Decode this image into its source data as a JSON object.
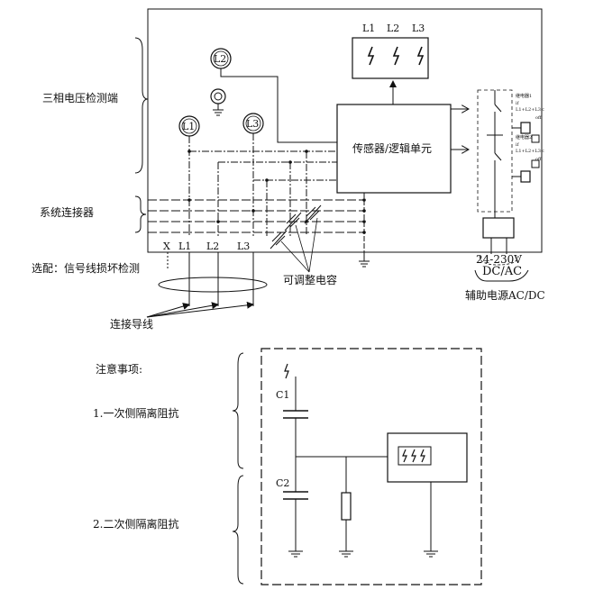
{
  "top_diagram": {
    "left_labels": {
      "voltage_terminal": "三相电压检测端",
      "system_connector": "系统连接器",
      "optional": "选配：信号线损坏检测",
      "leads": "连接导线"
    },
    "phase_circles": [
      "L2",
      "L1",
      "L3"
    ],
    "bottom_terminals": [
      "X",
      "L1",
      "L2",
      "L3"
    ],
    "indicator_box": {
      "headers": [
        "L1",
        "L2",
        "L3"
      ]
    },
    "logic_unit": "传感器/逻辑单元",
    "relay_labels": [
      {
        "name": "继电器1",
        "lines": [
          "if",
          "L1+L2+L3<",
          "off"
        ]
      },
      {
        "name": "继电器2",
        "lines": [
          "if",
          "L1+L2+L3<",
          "off"
        ]
      }
    ],
    "capacitor_label": "可调整电容",
    "power": {
      "voltage": "24-230V",
      "type": "DC/AC",
      "caption": "辅助电源AC/DC"
    }
  },
  "bottom_diagram": {
    "title": "注意事项:",
    "item1": "1.一次侧隔离阻抗",
    "item2": "2.二次侧隔离阻抗",
    "c1": "C1",
    "c2": "C2"
  }
}
